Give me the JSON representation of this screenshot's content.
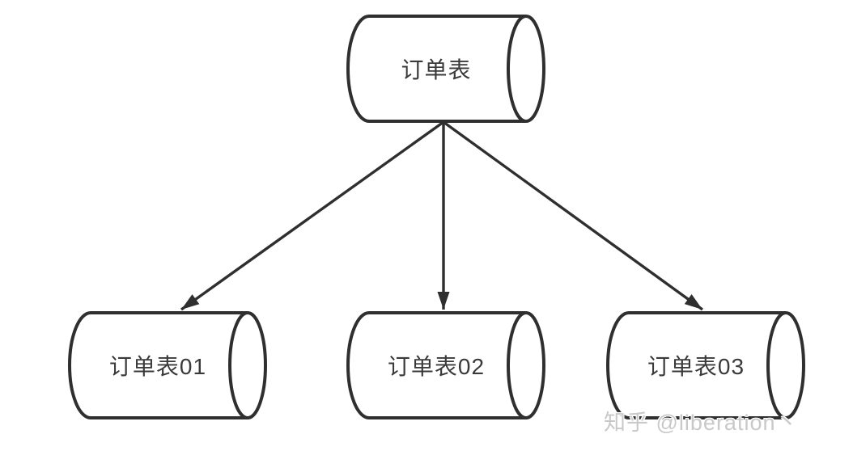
{
  "diagram": {
    "type": "database-sharding-tree",
    "nodes": {
      "root": {
        "label": "订单表",
        "shape": "horizontal-cylinder"
      },
      "shards": [
        {
          "label": "订单表01",
          "shape": "horizontal-cylinder"
        },
        {
          "label": "订单表02",
          "shape": "horizontal-cylinder"
        },
        {
          "label": "订单表03",
          "shape": "horizontal-cylinder"
        }
      ]
    },
    "edges": [
      {
        "from": "订单表",
        "to": "订单表01",
        "style": "arrow"
      },
      {
        "from": "订单表",
        "to": "订单表02",
        "style": "arrow"
      },
      {
        "from": "订单表",
        "to": "订单表03",
        "style": "arrow"
      }
    ]
  },
  "watermark": {
    "text": "知乎 @liberation丶"
  },
  "colors": {
    "stroke": "#2f2f2f",
    "label": "#3a3a3a",
    "watermark": "#c9c9c9",
    "background": "#ffffff"
  }
}
